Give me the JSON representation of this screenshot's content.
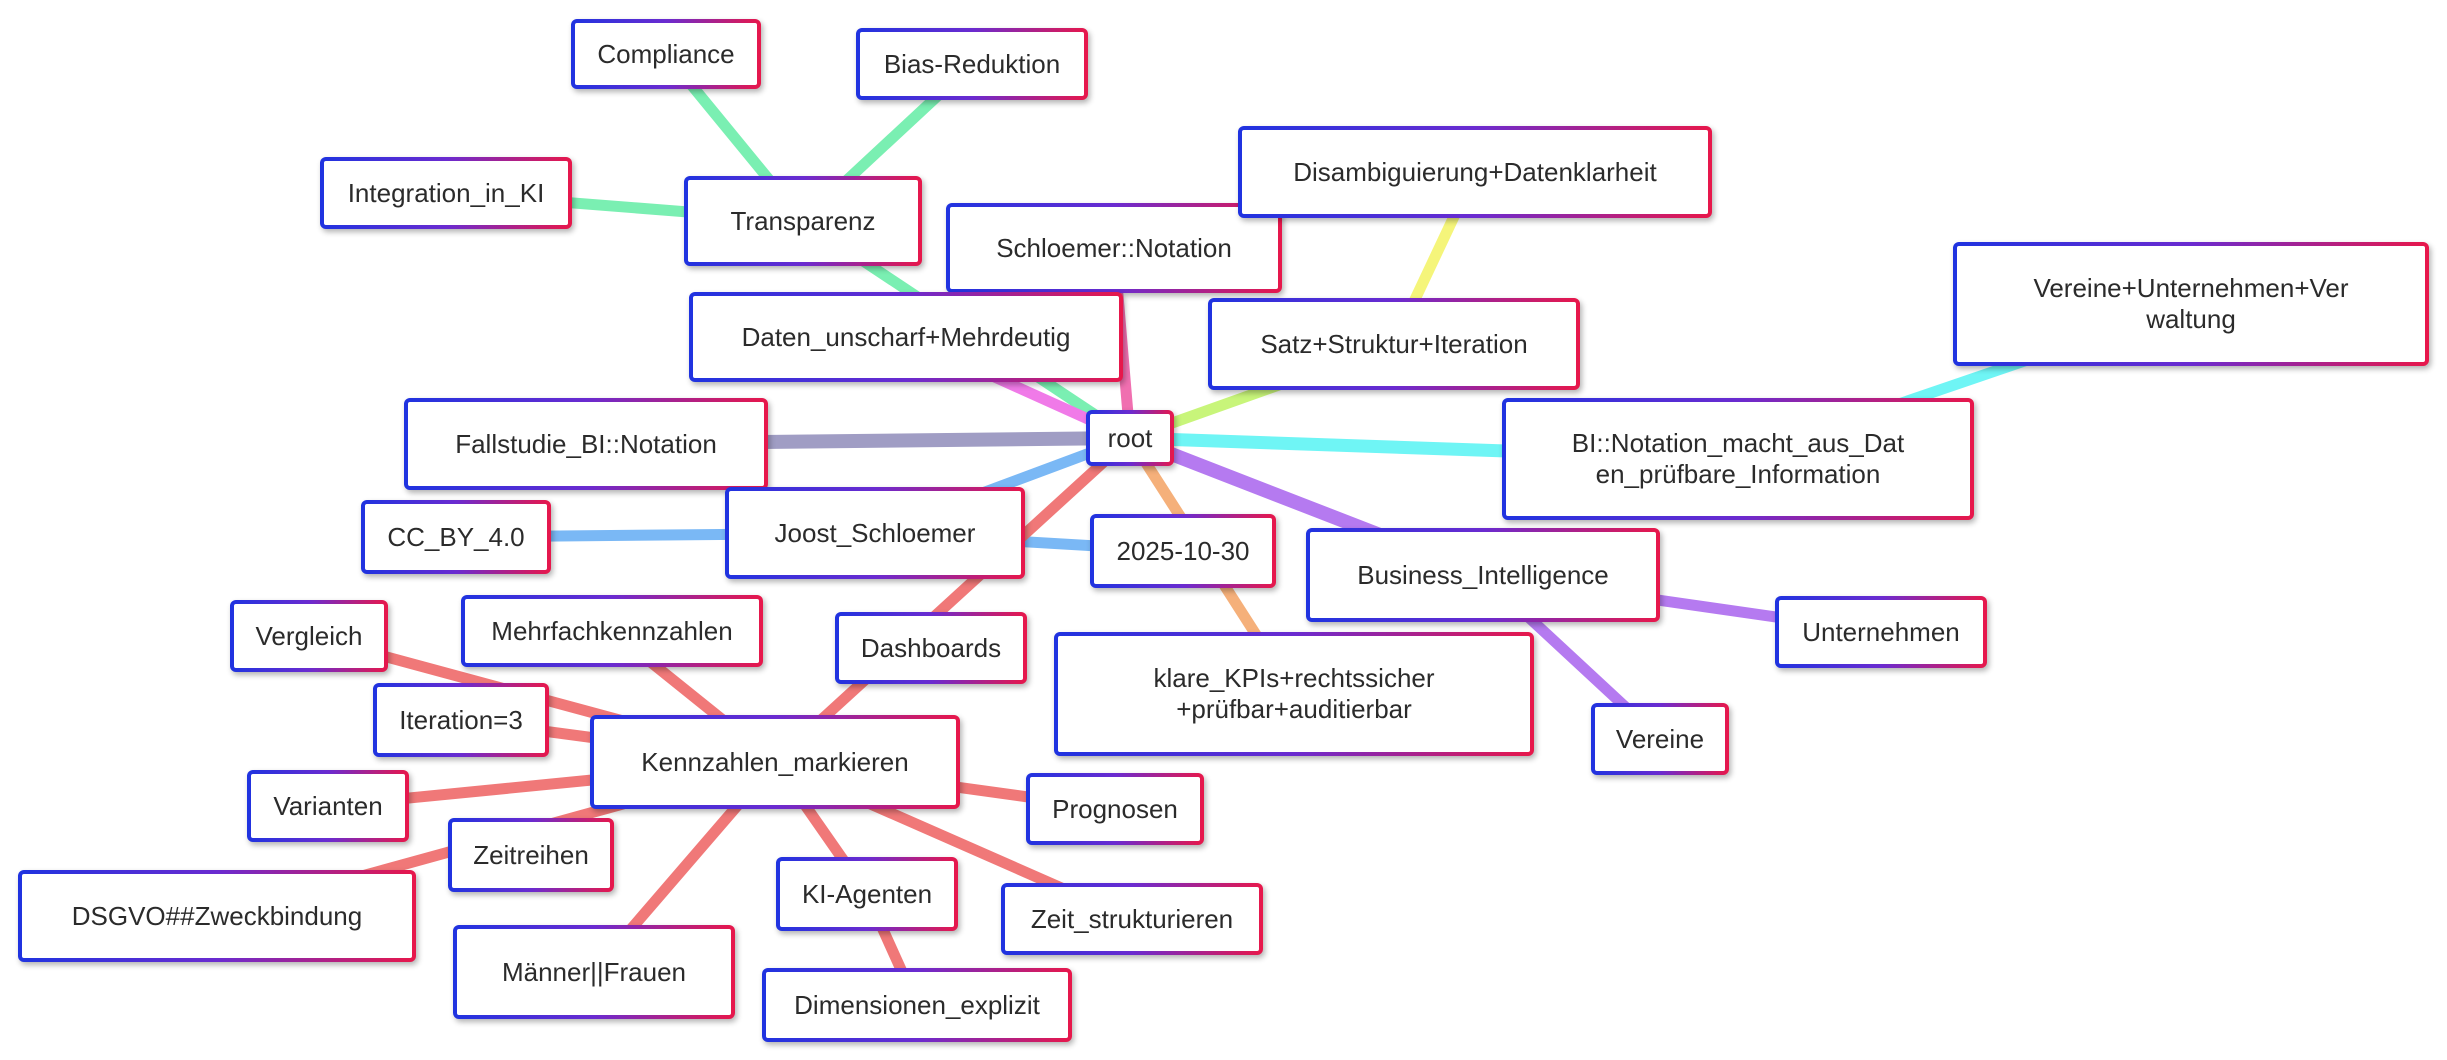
{
  "mindmap": {
    "nodes": [
      {
        "id": "root",
        "label": "root"
      },
      {
        "id": "transparenz",
        "label": "Transparenz"
      },
      {
        "id": "compliance",
        "label": "Compliance"
      },
      {
        "id": "bias",
        "label": "Bias-Reduktion"
      },
      {
        "id": "integration",
        "label": "Integration_in_KI"
      },
      {
        "id": "schloemer_notation",
        "label": "Schloemer::Notation"
      },
      {
        "id": "disambiguierung",
        "label": "Disambiguierung+Datenklarheit"
      },
      {
        "id": "daten_unscharf",
        "label": "Daten_unscharf+Mehrdeutig"
      },
      {
        "id": "satz_struktur",
        "label": "Satz+Struktur+Iteration"
      },
      {
        "id": "vereine_unternehmen",
        "label": "Vereine+Unternehmen+Verwaltung"
      },
      {
        "id": "fallstudie",
        "label": "Fallstudie_BI::Notation"
      },
      {
        "id": "bi_notation",
        "label": "BI::Notation_macht_aus_Daten_prüfbare_Information"
      },
      {
        "id": "cc_by",
        "label": "CC_BY_4.0"
      },
      {
        "id": "joost",
        "label": "Joost_Schloemer"
      },
      {
        "id": "datum",
        "label": "2025-10-30"
      },
      {
        "id": "business_intelligence",
        "label": "Business_Intelligence"
      },
      {
        "id": "unternehmen",
        "label": "Unternehmen"
      },
      {
        "id": "vereine",
        "label": "Vereine"
      },
      {
        "id": "klare_kpis",
        "label": "klare_KPIs+rechtssicher+prüfbar+auditierbar"
      },
      {
        "id": "vergleich",
        "label": "Vergleich"
      },
      {
        "id": "mehrfachkennzahlen",
        "label": "Mehrfachkennzahlen"
      },
      {
        "id": "dashboards",
        "label": "Dashboards"
      },
      {
        "id": "iteration3",
        "label": "Iteration=3"
      },
      {
        "id": "kennzahlen",
        "label": "Kennzahlen_markieren"
      },
      {
        "id": "varianten",
        "label": "Varianten"
      },
      {
        "id": "prognosen",
        "label": "Prognosen"
      },
      {
        "id": "zeitreihen",
        "label": "Zeitreihen"
      },
      {
        "id": "dsgvo",
        "label": "DSGVO##Zweckbindung"
      },
      {
        "id": "ki_agenten",
        "label": "KI-Agenten"
      },
      {
        "id": "zeit_strukturieren",
        "label": "Zeit_strukturieren"
      },
      {
        "id": "maenner_frauen",
        "label": "Männer||Frauen"
      },
      {
        "id": "dimensionen",
        "label": "Dimensionen_explizit"
      }
    ],
    "edges": [
      {
        "from": "compliance",
        "to": "transparenz",
        "color": "#7aefb2"
      },
      {
        "from": "bias",
        "to": "transparenz",
        "color": "#7aefb2"
      },
      {
        "from": "integration",
        "to": "transparenz",
        "color": "#7aefb2"
      },
      {
        "from": "transparenz",
        "to": "root",
        "color": "#7aefb2"
      },
      {
        "from": "schloemer_notation",
        "to": "root",
        "color": "#f06fb0"
      },
      {
        "from": "daten_unscharf",
        "to": "root",
        "color": "#f07ae8"
      },
      {
        "from": "disambiguierung",
        "to": "satz_struktur",
        "color": "#f5f57a"
      },
      {
        "from": "satz_struktur",
        "to": "root",
        "color": "#c8f57a"
      },
      {
        "from": "vereine_unternehmen",
        "to": "bi_notation",
        "color": "#6ff5f5"
      },
      {
        "from": "bi_notation",
        "to": "root",
        "color": "#6ff5f5"
      },
      {
        "from": "fallstudie",
        "to": "root",
        "color": "#a09dc4"
      },
      {
        "from": "cc_by",
        "to": "joost",
        "color": "#7ab8f5"
      },
      {
        "from": "joost",
        "to": "root",
        "color": "#7ab8f5"
      },
      {
        "from": "joost",
        "to": "datum",
        "color": "#7ab8f5"
      },
      {
        "from": "root",
        "to": "business_intelligence",
        "color": "#b57af0"
      },
      {
        "from": "business_intelligence",
        "to": "unternehmen",
        "color": "#b57af0"
      },
      {
        "from": "business_intelligence",
        "to": "vereine",
        "color": "#b57af0"
      },
      {
        "from": "root",
        "to": "klare_kpis",
        "color": "#f5b07a"
      },
      {
        "from": "root",
        "to": "kennzahlen",
        "color": "#f07878"
      },
      {
        "from": "vergleich",
        "to": "kennzahlen",
        "color": "#f07878"
      },
      {
        "from": "mehrfachkennzahlen",
        "to": "kennzahlen",
        "color": "#f07878"
      },
      {
        "from": "iteration3",
        "to": "kennzahlen",
        "color": "#f07878"
      },
      {
        "from": "varianten",
        "to": "kennzahlen",
        "color": "#f07878"
      },
      {
        "from": "prognosen",
        "to": "kennzahlen",
        "color": "#f07878"
      },
      {
        "from": "dsgvo",
        "to": "kennzahlen",
        "color": "#f07878"
      },
      {
        "from": "ki_agenten",
        "to": "kennzahlen",
        "color": "#f07878"
      },
      {
        "from": "zeit_strukturieren",
        "to": "kennzahlen",
        "color": "#f07878"
      },
      {
        "from": "maenner_frauen",
        "to": "kennzahlen",
        "color": "#f07878"
      },
      {
        "from": "dimensionen",
        "to": "ki_agenten",
        "color": "#f07878"
      }
    ]
  }
}
